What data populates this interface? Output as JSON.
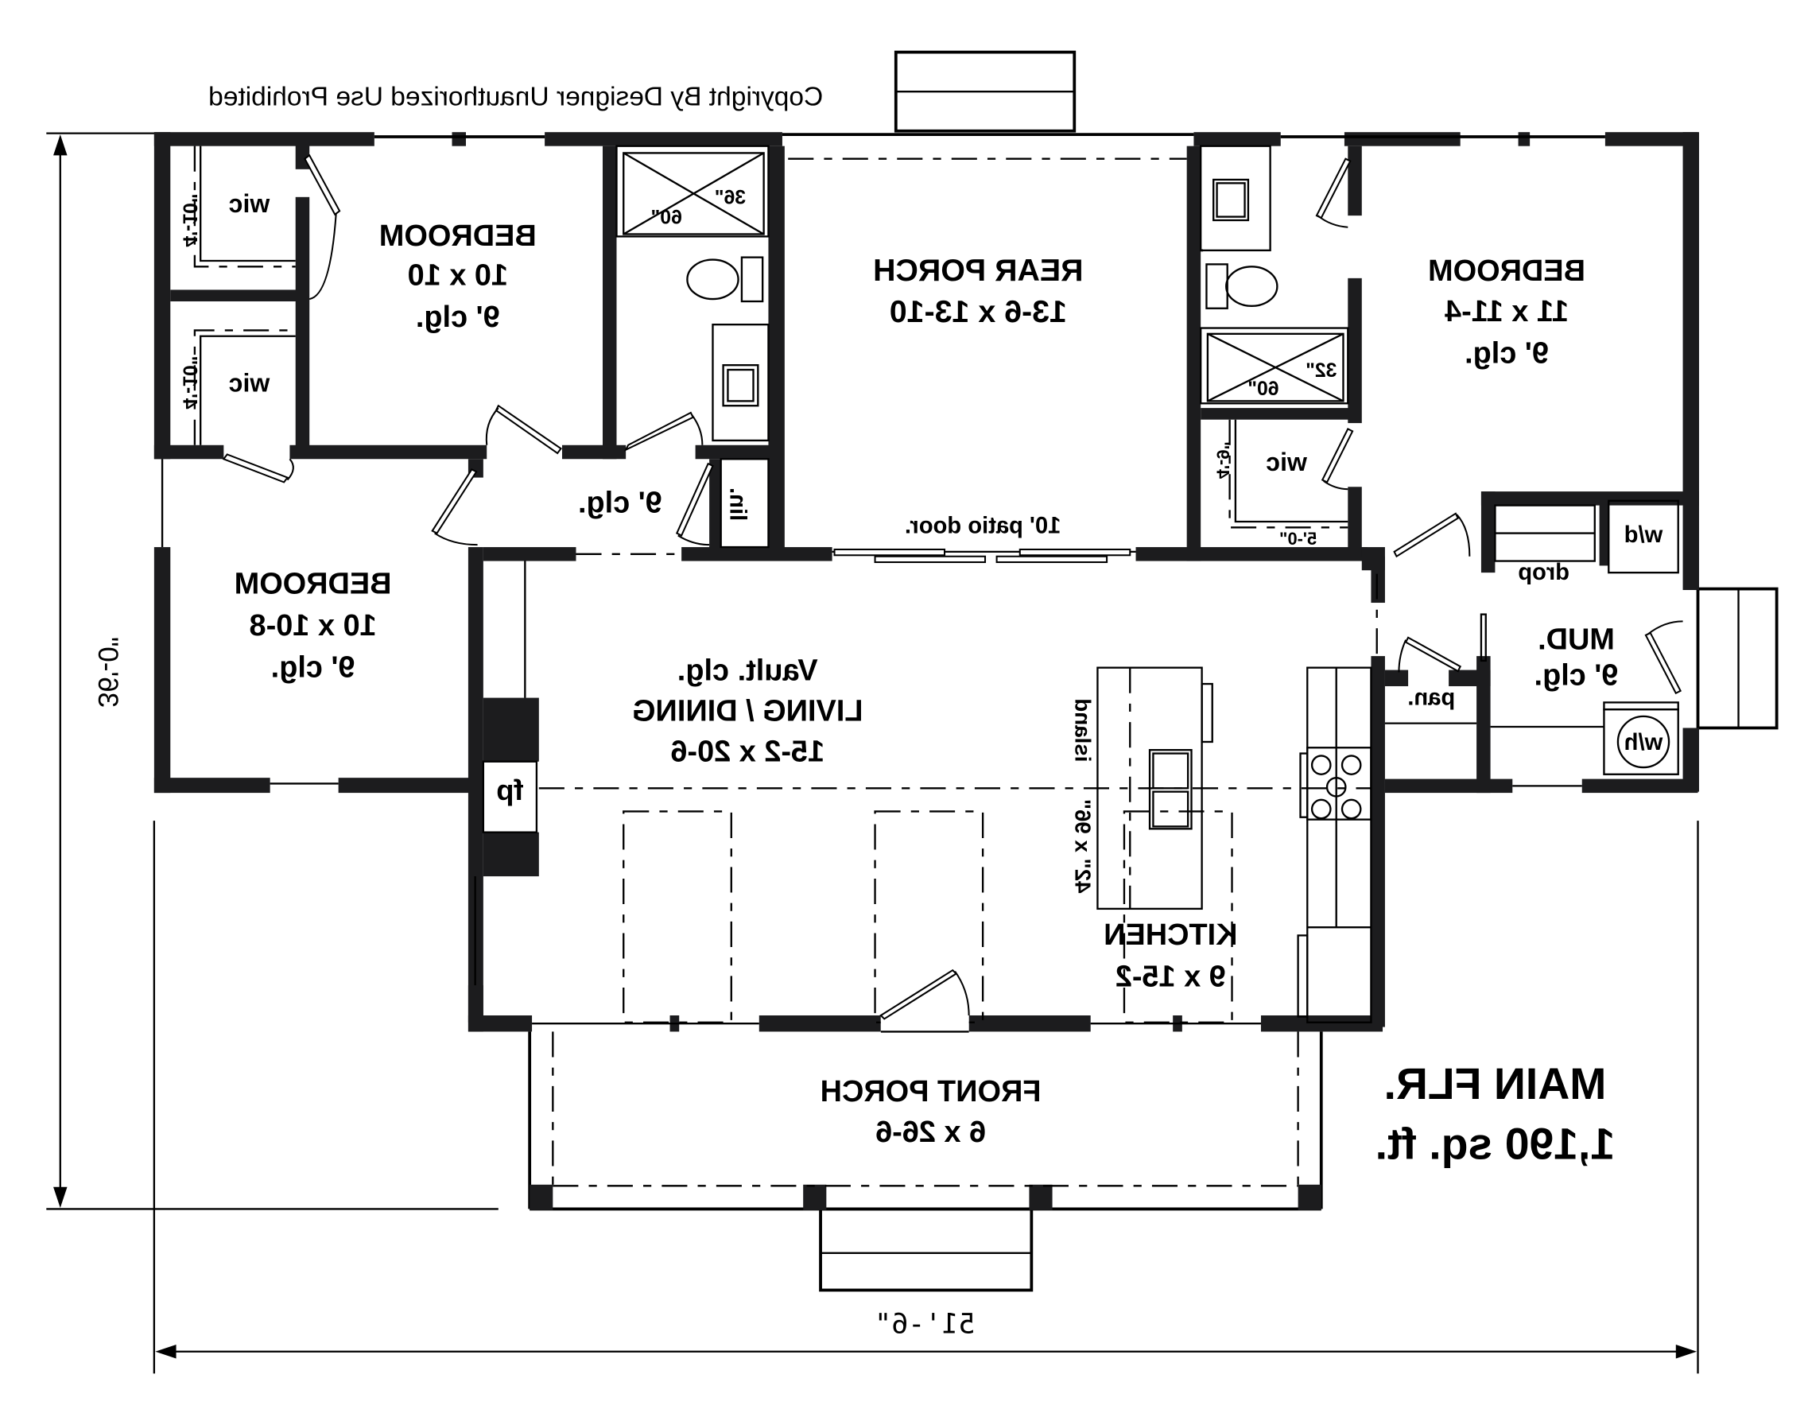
{
  "copyright": "Copyright By Designer Unauthorized Use Prohibited",
  "title": {
    "line1": "MAIN FLR.",
    "line2": "1,190 sq. ft."
  },
  "mirrored": true,
  "dimensions": {
    "overall_width": "51'-6\"",
    "overall_depth": "36'-0\""
  },
  "rooms": {
    "bedroom_nw": {
      "name": "BEDROOM",
      "size": "10 x 10",
      "ceiling": "9' clg."
    },
    "wic_1": {
      "name": "wic",
      "dim": "4'-10\""
    },
    "wic_2": {
      "name": "wic",
      "dim": "4'-10\""
    },
    "bath_1": {
      "shower_w": "36\"",
      "shower_l": "60\""
    },
    "hall": {
      "ceiling": "9' clg."
    },
    "linen": {
      "name": "lin."
    },
    "rear_porch": {
      "name": "REAR PORCH",
      "size": "13-6 x 13-10",
      "door": "10' patio door."
    },
    "bath_2": {
      "shower_w": "32\"",
      "shower_l": "60\""
    },
    "bedroom_ne": {
      "name": "BEDROOM",
      "size": "11 x 11-4",
      "ceiling": "9' clg."
    },
    "wic_3": {
      "name": "wic",
      "dim_v": "4'-9\"",
      "dim_h": "5'-0\""
    },
    "bedroom_w": {
      "name": "BEDROOM",
      "size": "10 x 10-8",
      "ceiling": "9' clg."
    },
    "living": {
      "ceiling": "Vault. clg.",
      "name": "LIVING / DINING",
      "size": "15-2 x 20-6"
    },
    "fireplace": {
      "name": "fp"
    },
    "kitchen": {
      "name": "KITCHEN",
      "size": "9 x 15-2",
      "island_name": "island",
      "island_size": "42\" x 96\""
    },
    "mud": {
      "name": "MUD.",
      "ceiling": "9' clg.",
      "drop": "drop",
      "washer_dryer": "w/d",
      "water_heater": "w/h",
      "pantry": "pan."
    },
    "front_porch": {
      "name": "FRONT PORCH",
      "size": "6 x 26-6"
    }
  }
}
